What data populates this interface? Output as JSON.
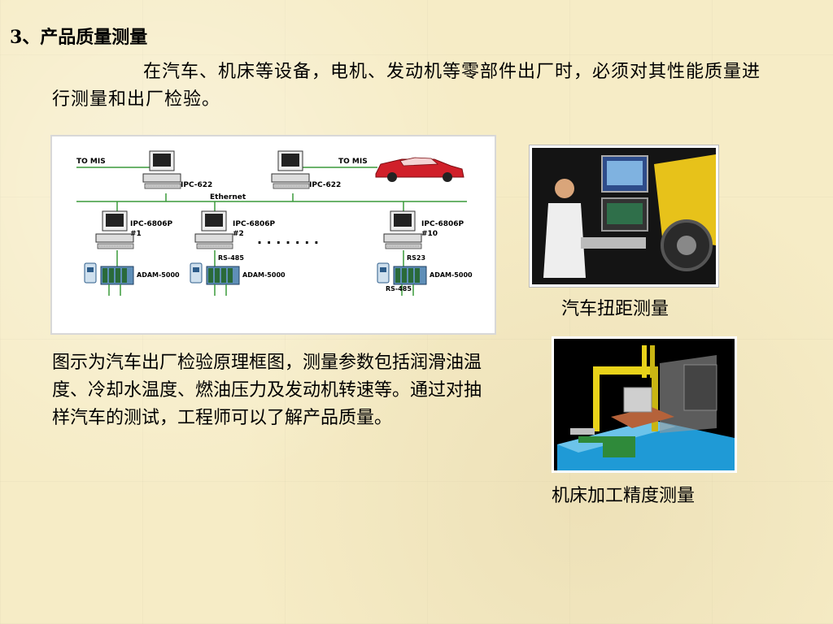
{
  "slide": {
    "heading": "3、产品质量测量",
    "intro": "在汽车、机床等设备，电机、发动机等零部件出厂时，必须对其性能质量进行测量和出厂检验。",
    "description": "图示为汽车出厂检验原理框图，测量参数包括润滑油温度、冷却水温度、燃油压力及发动机转速等。通过对抽样汽车的测试，工程师可以了解产品质量。"
  },
  "diagram": {
    "to_mis_left": "TO MIS",
    "to_mis_right": "TO MIS",
    "server_left": "IPC-622",
    "server_right": "IPC-622",
    "ethernet": "Ethernet",
    "node1_model": "IPC-6806P",
    "node1_num": "#1",
    "node2_model": "IPC-6806P",
    "node2_num": "#2",
    "node3_model": "IPC-6806P",
    "node3_num": "#10",
    "ellipsis": "· · · · · · ·",
    "rs485_mid": "RS-485",
    "rs23": "RS23",
    "rs485_right": "RS-485",
    "adam1": "ADAM-5000",
    "adam2": "ADAM-5000",
    "adam3": "ADAM-5000"
  },
  "figures": {
    "torque_caption": "汽车扭距测量",
    "machine_caption": "机床加工精度测量"
  },
  "colors": {
    "background": "#f6ecc6",
    "network_line": "#3a9a3a",
    "car_red": "#d0202a",
    "cad_blue": "#1f9ad6",
    "cad_yellow": "#e8d21a"
  }
}
